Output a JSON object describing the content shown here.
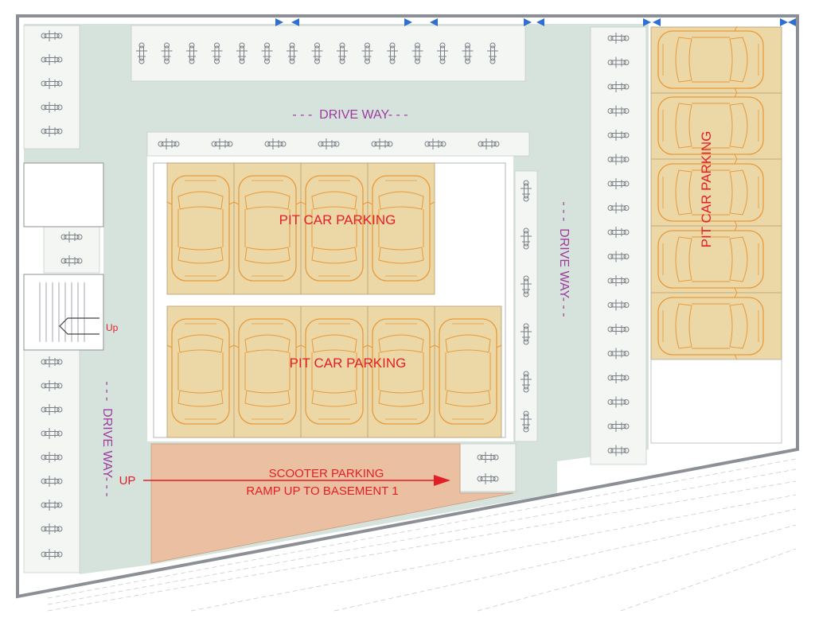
{
  "labels": {
    "pit_car_parking_top": "PIT CAR PARKING",
    "pit_car_parking_mid": "PIT CAR PARKING",
    "pit_car_parking_right": "PIT CAR PARKING",
    "drive_way_top": "- - -  DRIVE WAY- - -",
    "drive_way_right": "- - -  DRIVE WAY- - -",
    "drive_way_left": "- - -  DRIVE WAY- - -",
    "scooter_parking": "SCOOTER PARKING",
    "ramp": "RAMP UP TO BASEMENT 1",
    "up_ramp": "UP",
    "up_stair": "Up"
  },
  "colors": {
    "driveway": "#d6e2dc",
    "car_bay": "#ecd7a6",
    "ramp": "#ebbfa2",
    "car_outline": "#e89a3a",
    "bike_outline": "#7a7f86",
    "label_red": "#e31f26",
    "label_purple": "#9e3c9e",
    "wall": "#8c9096",
    "window_blue": "#2f6fcf"
  },
  "car_rows": [
    {
      "name": "pit-row-top",
      "count": 4
    },
    {
      "name": "pit-row-middle",
      "count": 5
    },
    {
      "name": "pit-column-right",
      "count": 5
    }
  ]
}
